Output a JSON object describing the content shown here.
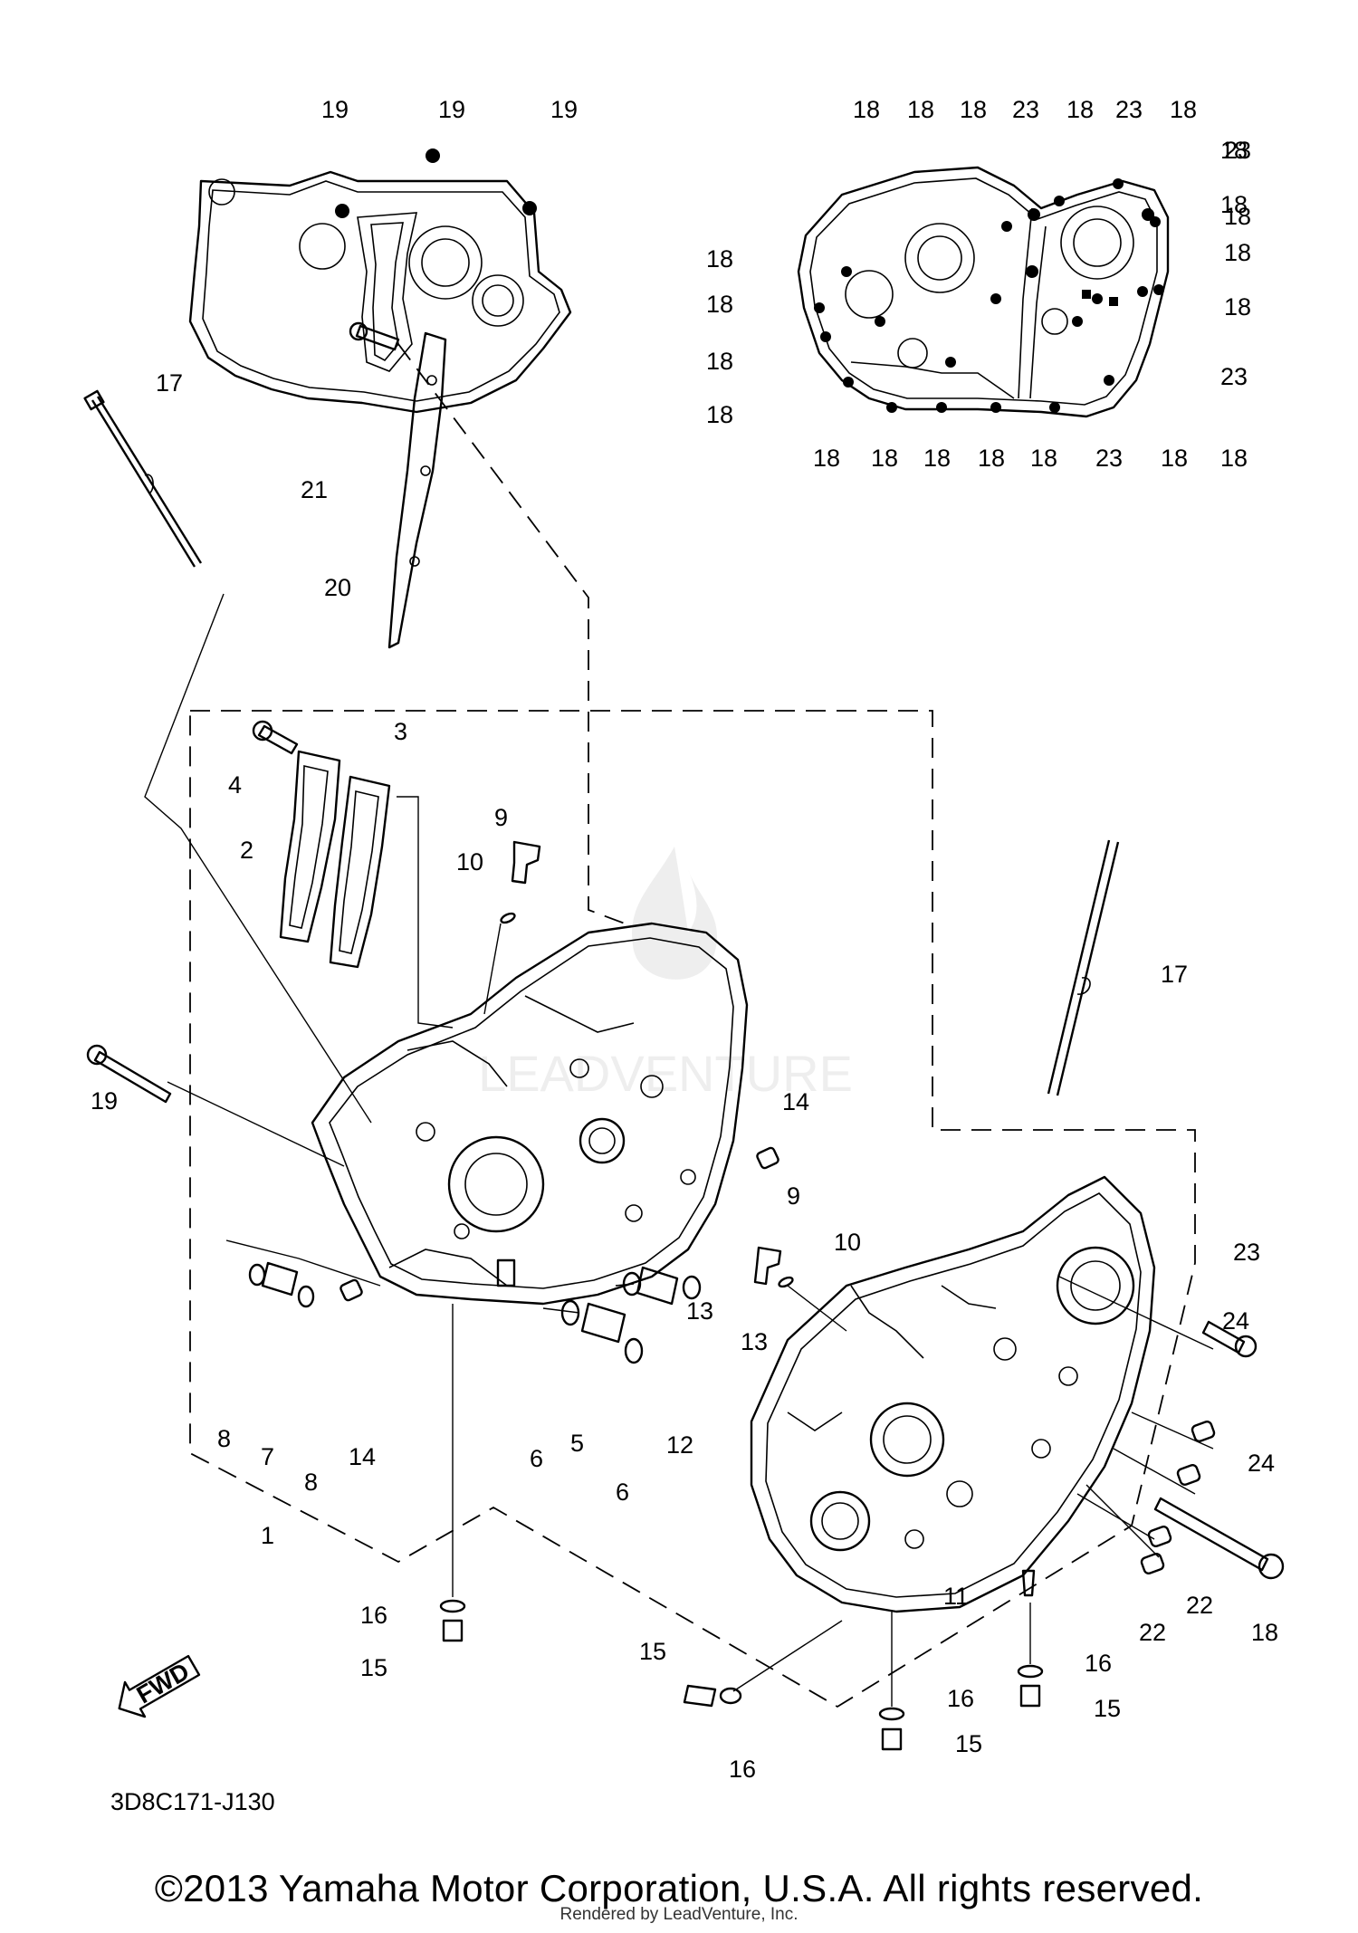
{
  "diagram_code": "3D8C171-J130",
  "fwd_label": "FWD",
  "copyright": "©2013 Yamaha Motor Corporation, U.S.A. All rights reserved.",
  "rendered_by": "Rendered by LeadVenture, Inc.",
  "watermark_text": "LEADVENTURE",
  "callouts": {
    "top_left": [
      "19",
      "19",
      "19"
    ],
    "top_right": [
      "18",
      "18",
      "18",
      "23",
      "18",
      "23",
      "18",
      "23",
      "18",
      "18",
      "18",
      "18",
      "18",
      "18",
      "18",
      "18",
      "18",
      "18",
      "18",
      "18",
      "18",
      "23",
      "18",
      "18",
      "18",
      "23"
    ],
    "main": [
      "17",
      "21",
      "20",
      "3",
      "4",
      "2",
      "9",
      "10",
      "19",
      "17",
      "14",
      "9",
      "10",
      "13",
      "13",
      "8",
      "7",
      "8",
      "14",
      "6",
      "5",
      "12",
      "6",
      "1",
      "23",
      "24",
      "24",
      "18",
      "22",
      "22",
      "11",
      "16",
      "15",
      "15",
      "16",
      "16",
      "15",
      "16",
      "15"
    ]
  }
}
